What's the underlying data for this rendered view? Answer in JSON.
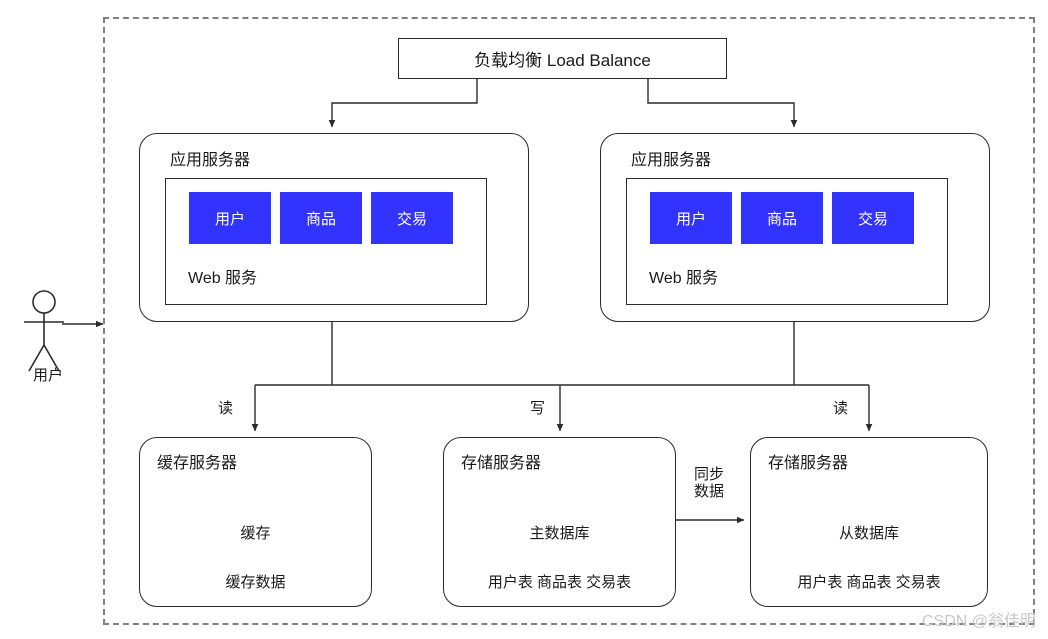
{
  "diagram": {
    "title": "",
    "colors": {
      "module_blue": "#3333ff",
      "line": "#2b2b2b",
      "boundary_dashed": "#808080",
      "watermark": "#c8c8c8"
    },
    "boundary_label": "",
    "actor": {
      "label": "用户",
      "icon": "stick-figure-actor-icon"
    },
    "load_balance": {
      "label": "负载均衡 Load Balance"
    },
    "app_servers": [
      {
        "title": "应用服务器",
        "web_label": "Web 服务",
        "modules": [
          "用户",
          "商品",
          "交易"
        ]
      },
      {
        "title": "应用服务器",
        "web_label": "Web 服务",
        "modules": [
          "用户",
          "商品",
          "交易"
        ]
      }
    ],
    "data_servers": [
      {
        "title": "缓存服务器",
        "cylinder_label": "缓存",
        "footer": "缓存数据"
      },
      {
        "title": "存储服务器",
        "cylinder_label": "主数据库",
        "footer": "用户表 商品表 交易表"
      },
      {
        "title": "存储服务器",
        "cylinder_label": "从数据库",
        "footer": "用户表 商品表 交易表"
      }
    ],
    "edge_labels": {
      "read_left": "读",
      "write": "写",
      "read_right": "读",
      "sync_line1": "同步",
      "sync_line2": "数据"
    },
    "watermark": "CSDN @翁佳明"
  }
}
